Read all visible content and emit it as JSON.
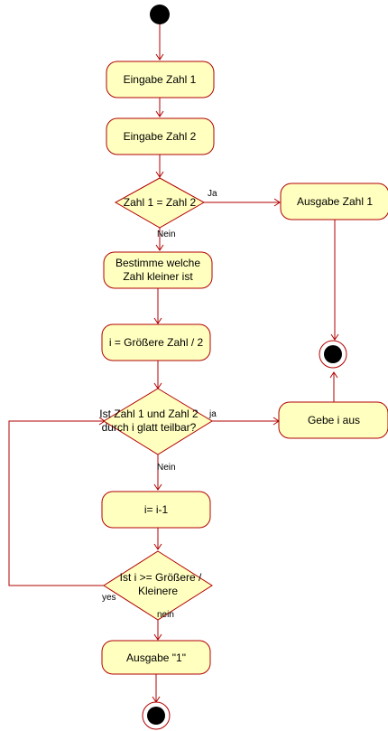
{
  "colors": {
    "node_fill": "#FFFFC0",
    "node_stroke": "#B20000",
    "edge": "#B20000",
    "start_end_fill": "#000000"
  },
  "nodes": {
    "input1": "Eingabe Zahl 1",
    "input2": "Eingabe Zahl 2",
    "decision_equal": "Zahl 1 = Zahl 2",
    "output_zahl1": "Ausgabe Zahl 1",
    "determine_line1": "Bestimme welche",
    "determine_line2": "Zahl kleiner ist",
    "assign_i": "i = Größere Zahl / 2",
    "decision_divisible_line1": "Ist Zahl 1 und Zahl 2",
    "decision_divisible_line2": "durch i glatt teilbar?",
    "output_i": "Gebe i aus",
    "decrement": "i= i-1",
    "decision_loop_line1": "Ist i >= Größere /",
    "decision_loop_line2": "Kleinere",
    "output_one": "Ausgabe \"1\""
  },
  "edge_labels": {
    "equal_yes": "Ja",
    "equal_no": "Nein",
    "divisible_yes": "ja",
    "divisible_no": "Nein",
    "loop_yes": "yes",
    "loop_no": "nein"
  }
}
